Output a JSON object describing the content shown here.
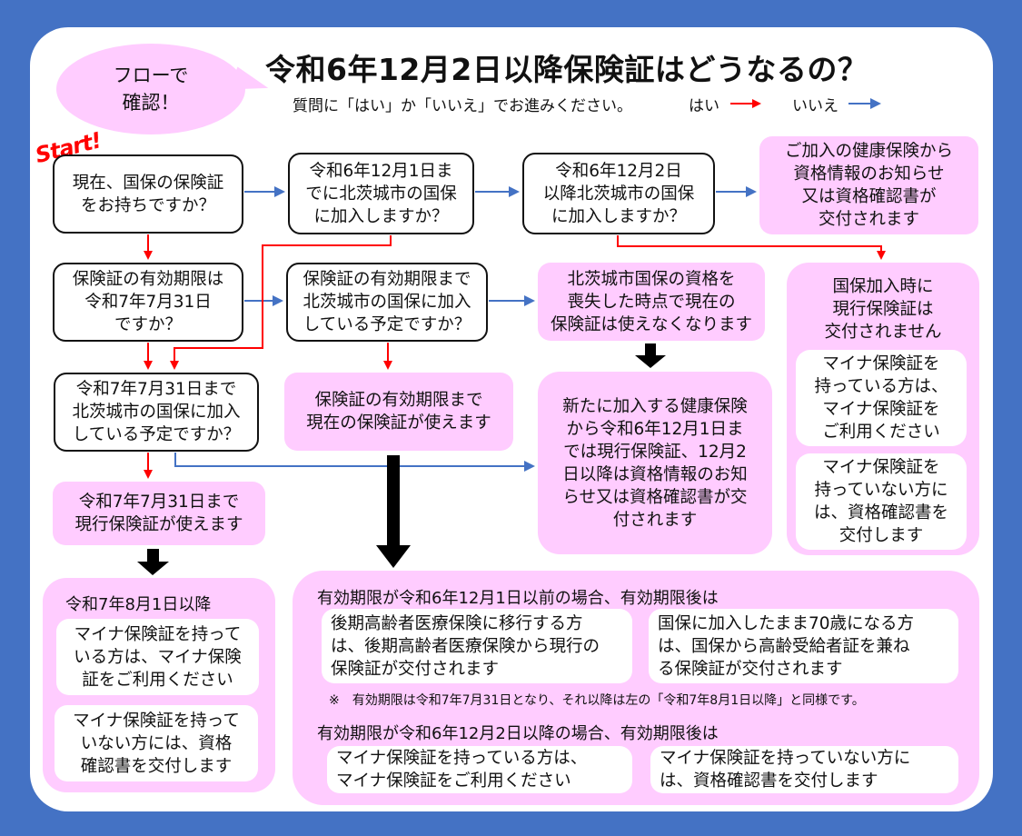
{
  "header": {
    "bubble_lines": [
      "フローで",
      "確認！"
    ],
    "title": "令和6年12月2日以降保険証はどうなるの？",
    "subtitle": "質問に「はい」か「いいえ」でお進みください。",
    "legend_yes": "はい",
    "legend_no": "いいえ",
    "start_label": "Start!"
  },
  "colors": {
    "background": "#4472c4",
    "answer_fill": "#ffccff",
    "yes_arrow": "#ff0000",
    "no_arrow": "#4472c4"
  },
  "questions": {
    "q1": [
      "現在、国保の保険証",
      "をお持ちですか？"
    ],
    "q2": [
      "令和6年12月1日ま",
      "でに北茨城市の国保",
      "に加入しますか？"
    ],
    "q3": [
      "令和6年12月2日",
      "以降北茨城市の国保",
      "に加入しますか？"
    ],
    "q4": [
      "保険証の有効期限は",
      "令和7年7月31日",
      "ですか？"
    ],
    "q5": [
      "保険証の有効期限まで",
      "北茨城市の国保に加入",
      "している予定ですか？"
    ],
    "q6": [
      "令和7年7月31日まで",
      "北茨城市の国保に加入",
      "している予定ですか？"
    ]
  },
  "answers": {
    "a_other_insurance": [
      "ご加入の健康保険から",
      "資格情報のお知らせ",
      "又は資格確認書が",
      "交付されます"
    ],
    "a_lose_qualification": [
      "北茨城市国保の資格を",
      "喪失した時点で現在の",
      "保険証は使えなくなります"
    ],
    "a_until_expiry": [
      "保険証の有効期限まで",
      "現在の保険証が使えます"
    ],
    "a_until_r7": [
      "令和7年7月31日まで",
      "現行保険証が使えます"
    ],
    "a_new_insurance": [
      "新たに加入する健康保険",
      "から令和6年12月1日ま",
      "では現行保険証、12月2",
      "日以降は資格情報のお知",
      "らせ又は資格確認書が交",
      "付されます"
    ],
    "a_not_issued": {
      "title": [
        "国保加入時に",
        "現行保険証は",
        "交付されません"
      ],
      "have_card": [
        "マイナ保険証を",
        "持っている方は、",
        "マイナ保険証を",
        "ご利用ください"
      ],
      "no_card": [
        "マイナ保険証を",
        "持っていない方に",
        "は、資格確認書を",
        "交付します"
      ]
    },
    "a_after_r7_aug": {
      "title": "令和7年8月1日以降",
      "have_card": [
        "マイナ保険証を持って",
        "いる方は、マイナ保険",
        "証をご利用ください"
      ],
      "no_card": [
        "マイナ保険証を持って",
        "いない方には、資格",
        "確認書を交付します"
      ]
    },
    "a_expiry_cases": {
      "before_title": "有効期限が令和6年12月1日以前の場合、有効期限後は",
      "before_left": [
        "後期高齢者医療保険に移行する方",
        "は、後期高齢者医療保険から現行の",
        "保険証が交付されます"
      ],
      "before_right": [
        "国保に加入したまま70歳になる方",
        "は、国保から高齢受給者証を兼ね",
        "る保険証が交付されます"
      ],
      "note": "※　有効期限は令和7年7月31日となり、それ以降は左の「令和7年8月1日以降」と同様です。",
      "after_title": "有効期限が令和6年12月2日以降の場合、有効期限後は",
      "after_left": [
        "マイナ保険証を持っている方は、",
        "マイナ保険証をご利用ください"
      ],
      "after_right": [
        "マイナ保険証を持っていない方に",
        "は、資格確認書を交付します"
      ]
    }
  }
}
